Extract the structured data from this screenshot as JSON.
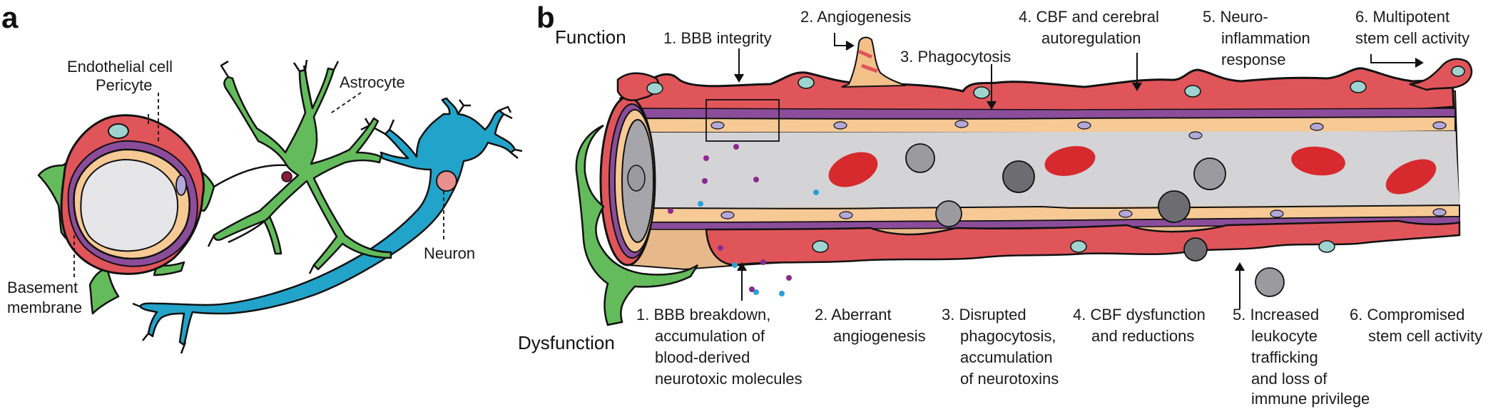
{
  "panel_a": {
    "letter": "a",
    "labels": {
      "endothelial": "Endothelial cell",
      "pericyte": "Pericyte",
      "astrocyte": "Astrocyte",
      "neuron": "Neuron",
      "basement_1": "Basement",
      "basement_2": "membrane"
    }
  },
  "panel_b": {
    "letter": "b",
    "function_heading": "Function",
    "dysfunction_heading": "Dysfunction",
    "function_items": [
      {
        "lines": [
          "1. BBB integrity"
        ]
      },
      {
        "lines": [
          "2. Angiogenesis"
        ]
      },
      {
        "lines": [
          "3. Phagocytosis"
        ]
      },
      {
        "lines": [
          "4. CBF and cerebral",
          "autoregulation"
        ]
      },
      {
        "lines": [
          "5. Neuro-",
          "inflammation",
          "response"
        ]
      },
      {
        "lines": [
          "6. Multipotent",
          "stem cell activity"
        ]
      }
    ],
    "dysfunction_items": [
      {
        "lines": [
          "1. BBB breakdown,",
          "accumulation of",
          "blood-derived",
          "neurotoxic molecules"
        ]
      },
      {
        "lines": [
          "2. Aberrant",
          "angiogenesis"
        ]
      },
      {
        "lines": [
          "3. Disrupted",
          "phagocytosis,",
          "accumulation",
          "of neurotoxins"
        ]
      },
      {
        "lines": [
          "4. CBF dysfunction",
          "and reductions"
        ]
      },
      {
        "lines": [
          "5. Increased",
          "leukocyte",
          "trafficking",
          "and loss of",
          "immune privilege"
        ]
      },
      {
        "lines": [
          "6. Compromised",
          "stem cell activity"
        ]
      }
    ]
  },
  "colors": {
    "pericyte_red": "#e0555a",
    "endothelial_peach": "#f6c995",
    "basement_purple": "#8b4d9a",
    "lumen_gray": "#d4d4d6",
    "astrocyte_green": "#63bb5b",
    "neuron_blue": "#22a3c9",
    "basement_tan": "#e7b98a",
    "rbc_red": "#d72a2e",
    "nucleus_teal": "#9fd3cf",
    "nucleus_lilac": "#b3a8d8"
  }
}
